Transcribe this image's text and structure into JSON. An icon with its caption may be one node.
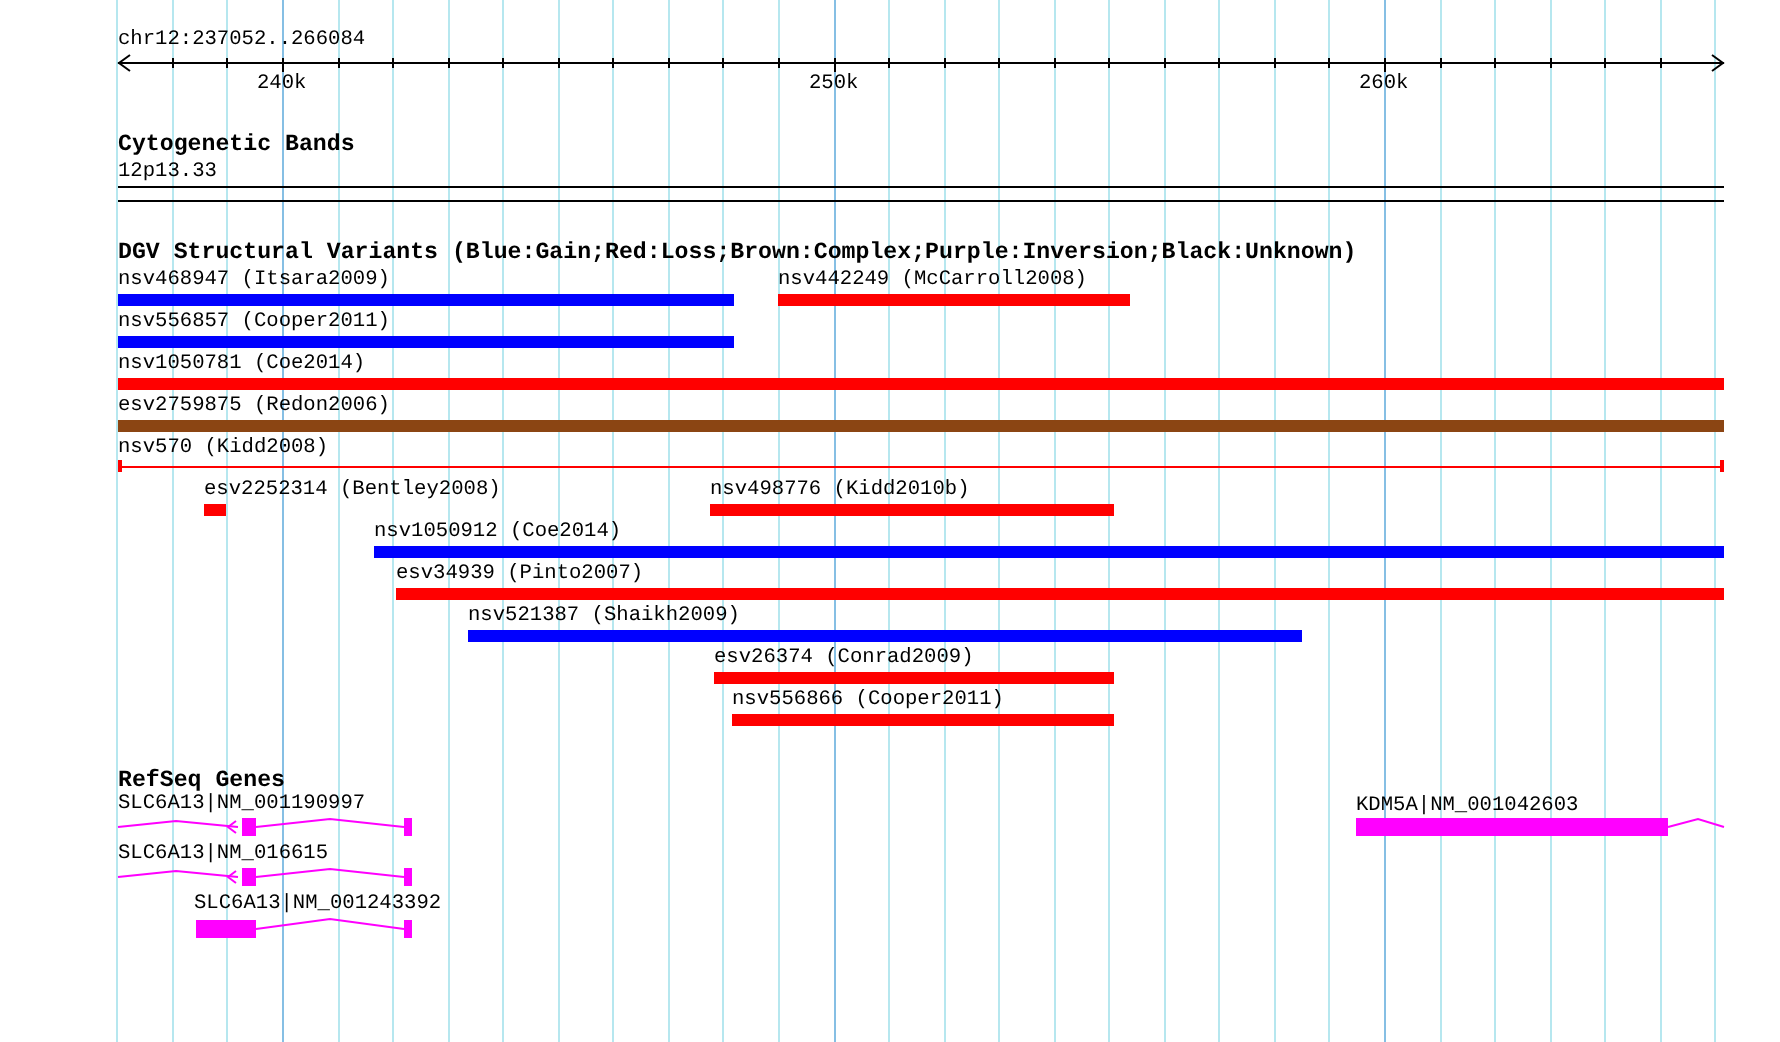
{
  "diagram": {
    "nodes": [
      {
        "text": [
          "12p13.33"
        ]
      },
      {
        "text": [
          "nsv468947 (Itsara2009)"
        ]
      },
      {
        "text": [
          "nsv442249 (McCarroll2008)"
        ]
      },
      {
        "text": [
          "nsv556857 (Cooper2011)"
        ]
      },
      {
        "text": [
          "nsv1050781 (Coe2014)"
        ]
      },
      {
        "text": [
          "esv2759875 (Redon2006)"
        ]
      },
      {
        "text": [
          "nsv570 (Kidd2008)"
        ]
      },
      {
        "text": [
          "esv2252314 (Bentley2008)"
        ]
      },
      {
        "text": [
          "nsv498776 (Kidd2010b)"
        ]
      },
      {
        "text": [
          "nsv1050912 (Coe2014)"
        ]
      },
      {
        "text": [
          "esv34939 (Pinto2007)"
        ]
      },
      {
        "text": [
          "nsv521387 (Shaikh2009)"
        ]
      },
      {
        "text": [
          "esv26374 (Conrad2009)"
        ]
      },
      {
        "text": [
          "nsv556866 (Cooper2011)"
        ]
      },
      {
        "text": [
          "SLC6A13|NM_001190997"
        ]
      },
      {
        "text": [
          "KDM5A|NM_001042603"
        ]
      },
      {
        "text": [
          "SLC6A13|NM_016615"
        ]
      },
      {
        "text": [
          "SLC6A13|NM_001243392"
        ]
      }
    ],
    "labels": [
      "chr12:237052..266084",
      "240k",
      "250k",
      "260k",
      "Cytogenetic Bands",
      "DGV Structural Variants (Blue:Gain;Red:Loss;Brown:Complex;Purple:Inversion;Black:Unknown)",
      "RefSeq Genes"
    ]
  }
}
